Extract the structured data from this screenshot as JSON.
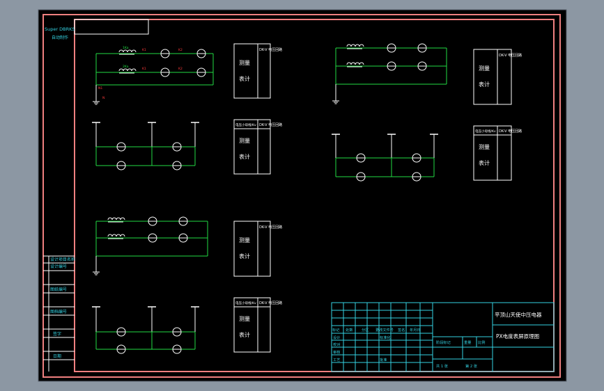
{
  "sidebar": {
    "logo": "Super DBRKS",
    "sub": "自动制作",
    "row1a": "设计项目名称",
    "row1b": "设计编号",
    "row2": "图纸编号",
    "row3": "图档编号",
    "row4": "签字",
    "row5": "日期"
  },
  "circuit_labels": {
    "tiny_red": "K1",
    "tiny_red2": "K2",
    "tiny_green": "1Ka",
    "tiny_green2": "2Ka",
    "node": "N1",
    "ground": "N"
  },
  "boxes": {
    "b1": {
      "l1": "测量",
      "l2": "表计",
      "side": "DK-V 电压回路"
    },
    "b2": {
      "head": "电压小母线/Kv",
      "l1": "测量",
      "l2": "表计",
      "side": "DK-V 电压回路"
    },
    "b3": {
      "l1": "测量",
      "l2": "表计",
      "side": "DK-V 电压回路"
    },
    "b4": {
      "head": "电压小母线/Kv",
      "l1": "测量",
      "l2": "表计",
      "side": "DK-V 电压回路"
    },
    "b5": {
      "l1": "测量",
      "l2": "表计",
      "side": "DK-V 电压回路"
    },
    "b6": {
      "head": "电压小母线/Kv",
      "l1": "测量",
      "l2": "表计",
      "side": "DK-V 电压回路"
    }
  },
  "title_block": {
    "project": "平顶山天使中压电器",
    "drawing": "PX电度表屏原理图",
    "c_mark": "标记",
    "c_count": "处数",
    "c_zone": "分区",
    "c_doc": "更改文件号",
    "c_sign": "签名",
    "c_date": "年月日",
    "r_design": "设计",
    "r_std": "标准化",
    "r_check": "审核",
    "r_craft": "工艺",
    "r_approve": "批准",
    "r_review": "校对",
    "stage": "阶段标记",
    "weight": "重量",
    "scale": "比例",
    "total": "共 1 张",
    "sheet": "第 2 张"
  }
}
